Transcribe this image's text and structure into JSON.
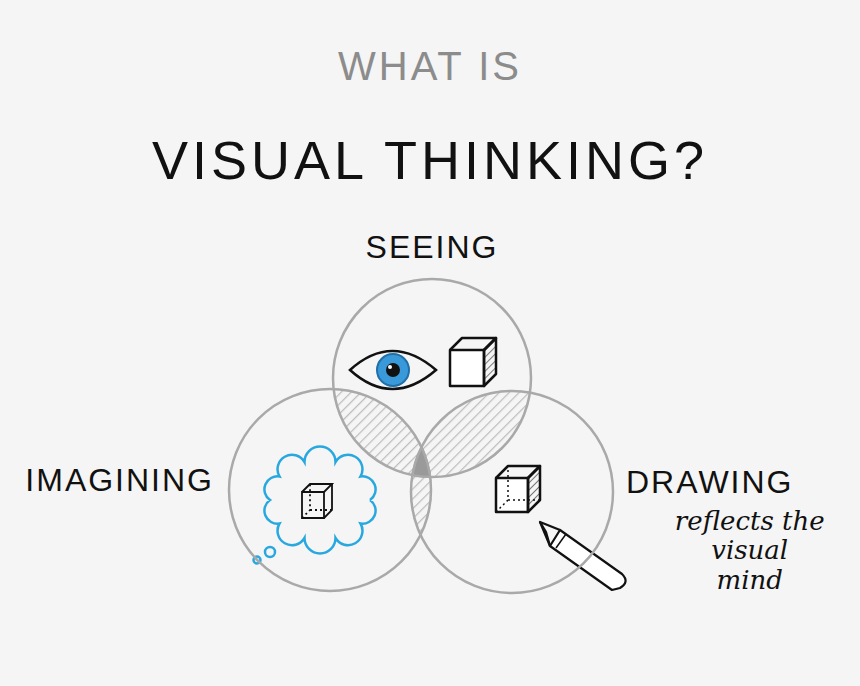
{
  "diagram": {
    "title": "VISUAL THINKING?",
    "nodes": [
      {
        "text": [
          "SEEING"
        ]
      },
      {
        "text": [
          "IMAGINING"
        ]
      },
      {
        "text": [
          "DRAWING",
          "reflects the visual mind"
        ]
      }
    ],
    "labels": [
      "WHAT IS"
    ]
  }
}
